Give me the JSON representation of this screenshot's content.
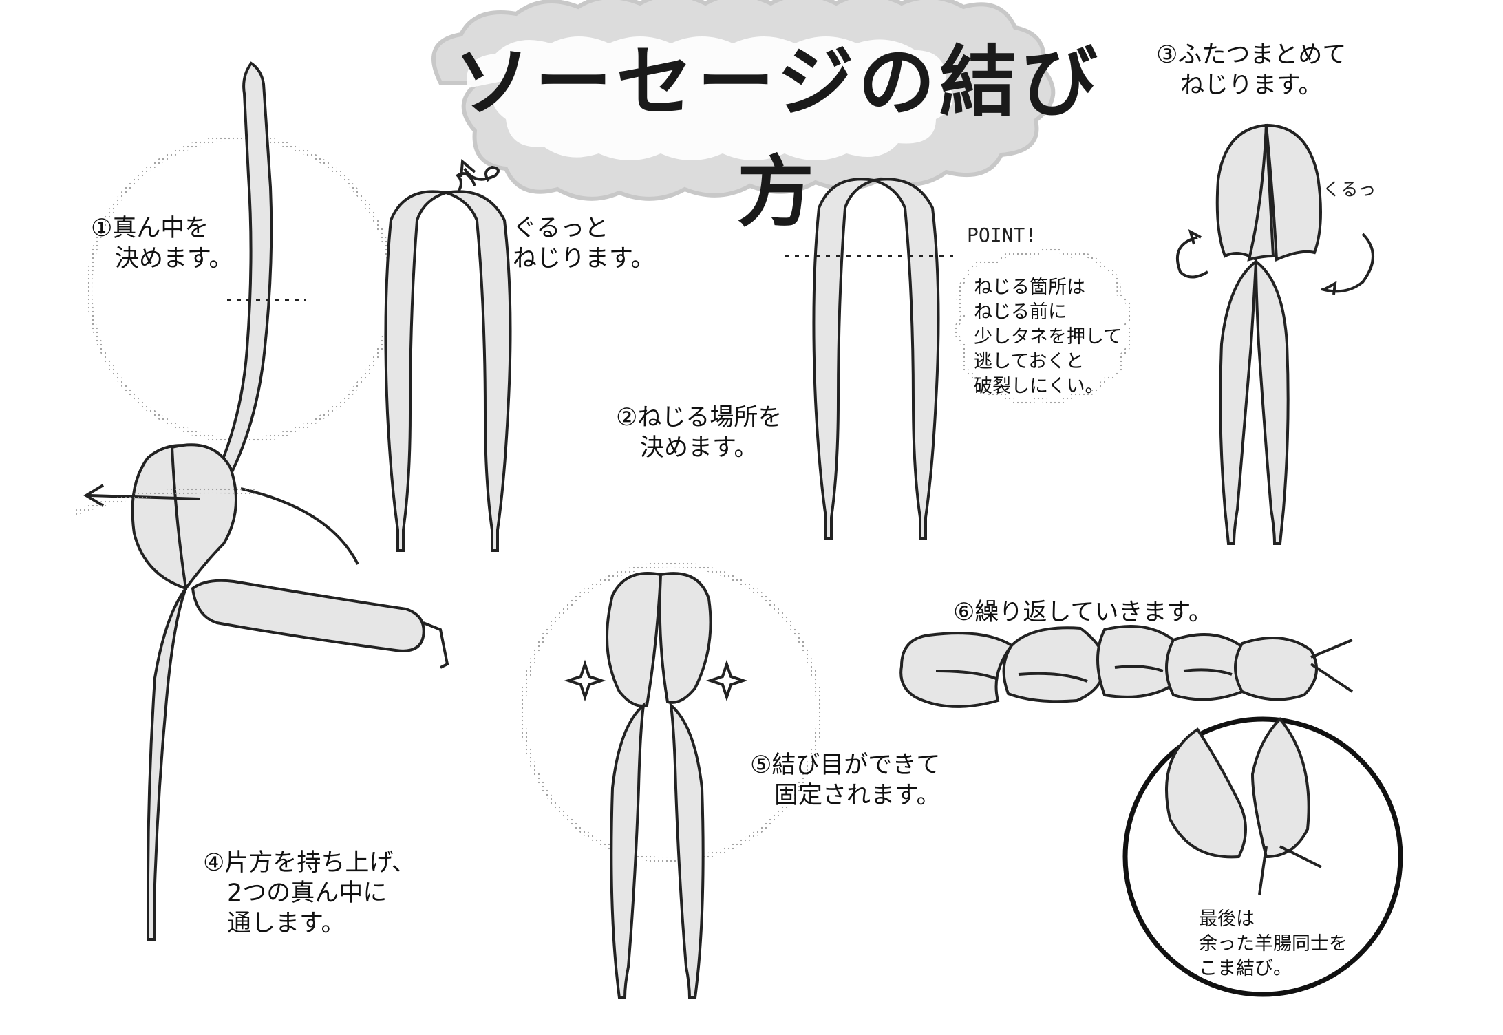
{
  "title": "ソーセージの結び方",
  "steps": {
    "s1": "①真ん中を\n　決めます。",
    "twist_note": "ぐるっと\nねじります。",
    "s2": "②ねじる場所を\n　決めます。",
    "point_label": "POINT!",
    "point_text": "ねじる箇所は\nねじる前に\n少しタネを押して\n逃しておくと\n破裂しにくい。",
    "s3": "③ふたつまとめて\n　ねじります。",
    "kuru": "くるっ",
    "s4": "④片方を持ち上げ、\n　2つの真ん中に\n　通します。",
    "s5": "⑤結び目ができて\n　固定されます。",
    "s6": "⑥繰り返していきます。",
    "final_note": "最後は\n余った羊腸同士を\nこま結び。"
  },
  "colors": {
    "balloon_fill": "#e6e6e6",
    "stroke": "#222222",
    "cloud": "#d4d4d4"
  }
}
